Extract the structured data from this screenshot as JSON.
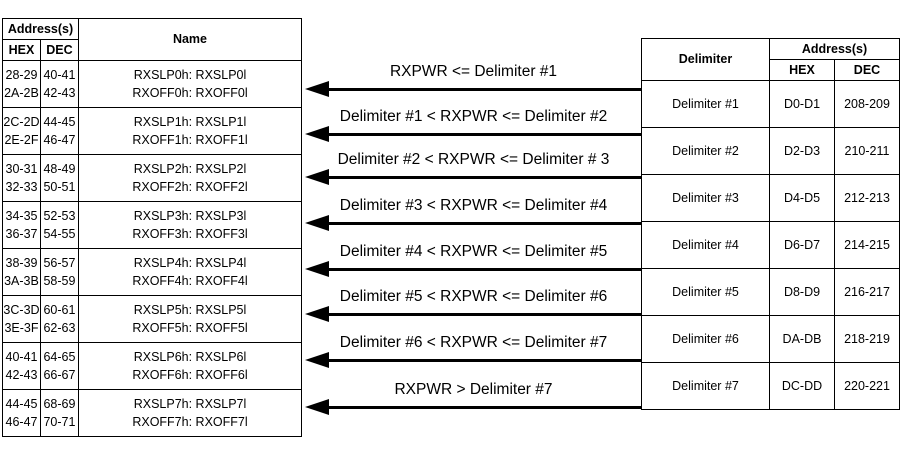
{
  "left_table": {
    "header": {
      "address_group": "Address(s)",
      "hex": "HEX",
      "dec": "DEC",
      "name": "Name"
    },
    "rows": [
      {
        "hex1": "28-29",
        "hex2": "2A-2B",
        "dec1": "40-41",
        "dec2": "42-43",
        "name1": "RXSLP0h: RXSLP0l",
        "name2": "RXOFF0h: RXOFF0l"
      },
      {
        "hex1": "2C-2D",
        "hex2": "2E-2F",
        "dec1": "44-45",
        "dec2": "46-47",
        "name1": "RXSLP1h: RXSLP1l",
        "name2": "RXOFF1h: RXOFF1l"
      },
      {
        "hex1": "30-31",
        "hex2": "32-33",
        "dec1": "48-49",
        "dec2": "50-51",
        "name1": "RXSLP2h: RXSLP2l",
        "name2": "RXOFF2h: RXOFF2l"
      },
      {
        "hex1": "34-35",
        "hex2": "36-37",
        "dec1": "52-53",
        "dec2": "54-55",
        "name1": "RXSLP3h: RXSLP3l",
        "name2": "RXOFF3h: RXOFF3l"
      },
      {
        "hex1": "38-39",
        "hex2": "3A-3B",
        "dec1": "56-57",
        "dec2": "58-59",
        "name1": "RXSLP4h: RXSLP4l",
        "name2": "RXOFF4h: RXOFF4l"
      },
      {
        "hex1": "3C-3D",
        "hex2": "3E-3F",
        "dec1": "60-61",
        "dec2": "62-63",
        "name1": "RXSLP5h: RXSLP5l",
        "name2": "RXOFF5h: RXOFF5l"
      },
      {
        "hex1": "40-41",
        "hex2": "42-43",
        "dec1": "64-65",
        "dec2": "66-67",
        "name1": "RXSLP6h: RXSLP6l",
        "name2": "RXOFF6h: RXOFF6l"
      },
      {
        "hex1": "44-45",
        "hex2": "46-47",
        "dec1": "68-69",
        "dec2": "70-71",
        "name1": "RXSLP7h: RXSLP7l",
        "name2": "RXOFF7h: RXOFF7l"
      }
    ]
  },
  "right_table": {
    "header": {
      "delimiter": "Delimiter",
      "address_group": "Address(s)",
      "hex": "HEX",
      "dec": "DEC"
    },
    "rows": [
      {
        "delimiter": "Delimiter #1",
        "hex": "D0-D1",
        "dec": "208-209"
      },
      {
        "delimiter": "Delimiter #2",
        "hex": "D2-D3",
        "dec": "210-211"
      },
      {
        "delimiter": "Delimiter #3",
        "hex": "D4-D5",
        "dec": "212-213"
      },
      {
        "delimiter": "Delimiter #4",
        "hex": "D6-D7",
        "dec": "214-215"
      },
      {
        "delimiter": "Delimiter #5",
        "hex": "D8-D9",
        "dec": "216-217"
      },
      {
        "delimiter": "Delimiter #6",
        "hex": "DA-DB",
        "dec": "218-219"
      },
      {
        "delimiter": "Delimiter #7",
        "hex": "DC-DD",
        "dec": "220-221"
      }
    ]
  },
  "conditions": [
    {
      "label": "RXPWR <= Delimiter #1"
    },
    {
      "label": "Delimiter #1 < RXPWR <= Delimiter #2"
    },
    {
      "label": "Delimiter #2 < RXPWR <= Delimiter # 3"
    },
    {
      "label": "Delimiter #3 < RXPWR <= Delimiter #4"
    },
    {
      "label": "Delimiter #4 < RXPWR <= Delimiter #5"
    },
    {
      "label": "Delimiter #5 < RXPWR <= Delimiter #6"
    },
    {
      "label": "Delimiter #6 < RXPWR <= Delimiter #7"
    },
    {
      "label": "RXPWR > Delimiter #7"
    }
  ],
  "colors": {
    "border": "#000000",
    "text": "#000000",
    "background": "#ffffff"
  }
}
